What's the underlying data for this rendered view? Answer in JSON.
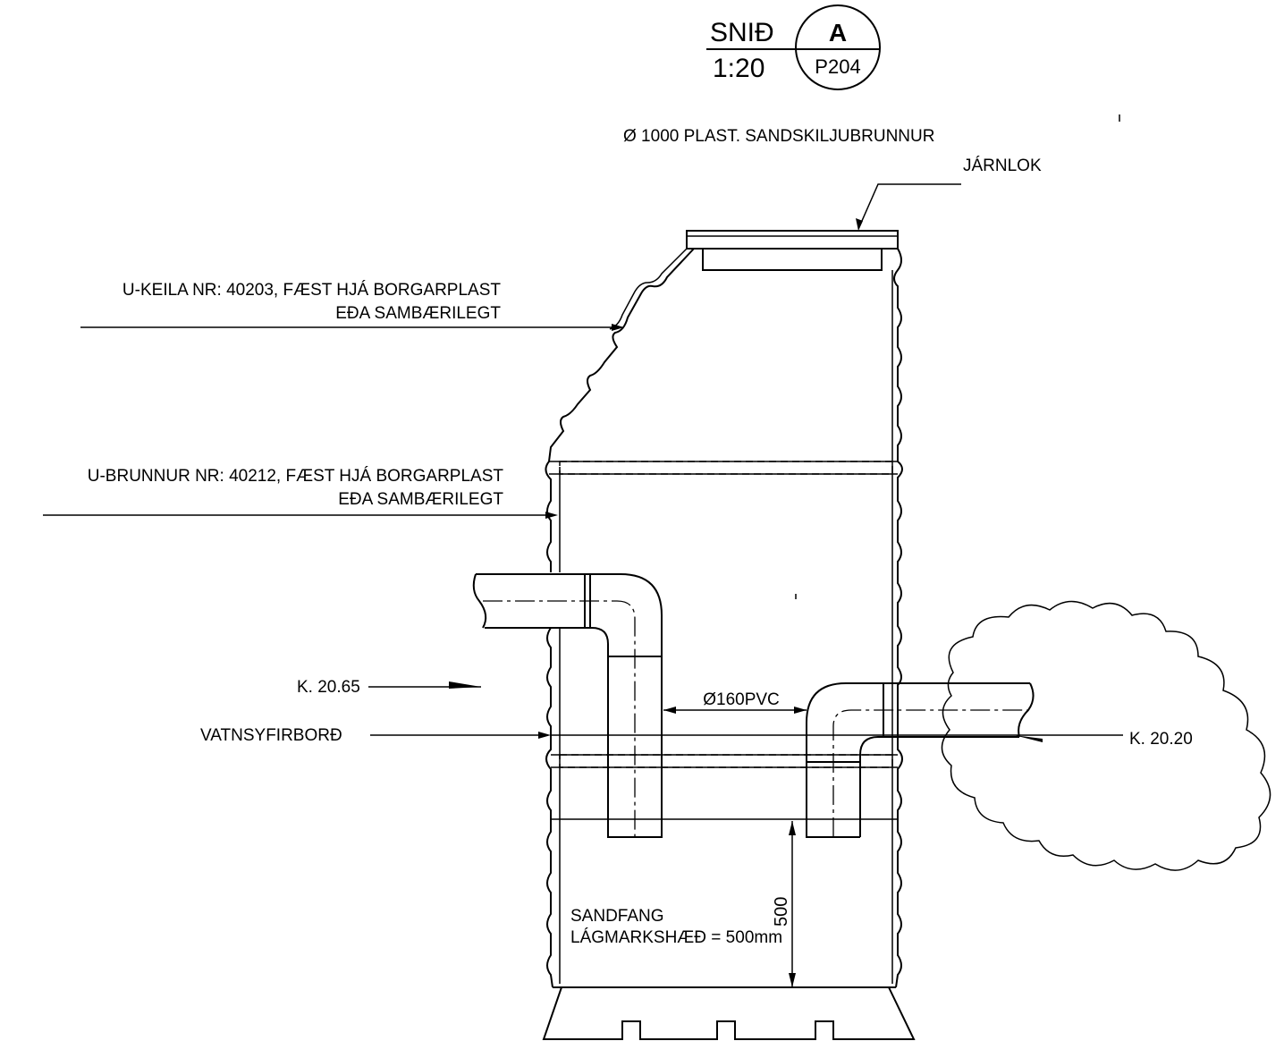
{
  "title_block": {
    "section_label": "SNIÐ",
    "scale": "1:20",
    "section_id": "A",
    "sheet_ref": "P204"
  },
  "labels": {
    "manhole_title": "Ø 1000 PLAST. SANDSKILJUBRUNNUR",
    "lid": "JÁRNLOK",
    "cone_line1": "U-KEILA NR: 40203, FÆST HJÁ BORGARPLAST",
    "cone_line2": "EÐA SAMBÆRILEGT",
    "well_line1": "U-BRUNNUR NR: 40212, FÆST HJÁ BORGARPLAST",
    "well_line2": "EÐA SAMBÆRILEGT",
    "level_in": "K. 20.65",
    "water_surface": "VATNSYFIRBORÐ",
    "pipe_size": "Ø160PVC",
    "level_out": "K. 20.20",
    "dim_value": "500",
    "sand_trap_line1": "SANDFANG",
    "sand_trap_line2": "LÁGMARKSHÆÐ = 500mm"
  }
}
